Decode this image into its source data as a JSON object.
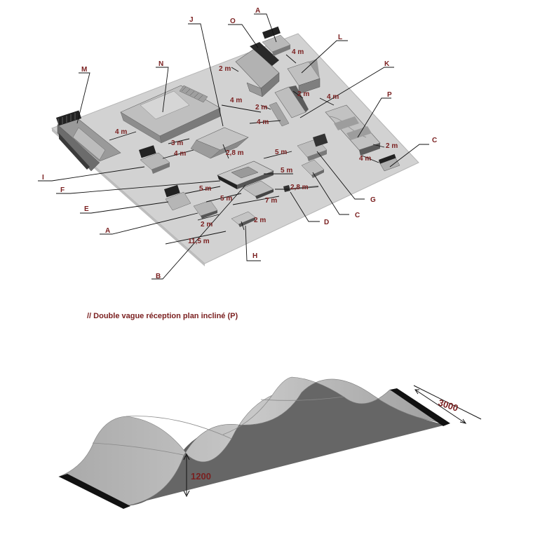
{
  "plan": {
    "labels": {
      "A1": "A",
      "O": "O",
      "J": "J",
      "L": "L",
      "K": "K",
      "M": "M",
      "N": "N",
      "P": "P",
      "C1": "C",
      "I": "I",
      "F": "F",
      "G": "G",
      "E": "E",
      "C2": "C",
      "A2": "A",
      "D": "D",
      "B": "B",
      "H": "H"
    },
    "dims": {
      "d_4m_top": "4 m",
      "d_2m_o": "2 m",
      "d_2m_l": "2 m",
      "d_4m_k": "4 m",
      "d_4m_jk": "4 m",
      "d_2m_ok": "2 m",
      "d_4m_m": "4 m",
      "d_3m_n": "3 m",
      "d_4m_i": "4 m",
      "d_4m_center": "4 m",
      "d_2m_p": "2 m",
      "d_4m_p": "4 m",
      "d_28m_f": "2,8 m",
      "d_5m_g": "5 m",
      "d_5m_f": "5 m",
      "d_5m_e": "5 m",
      "d_28m_d": "2,8 m",
      "d_5m_b": "5 m",
      "d_7m": "7 m",
      "d_2m_a": "2 m",
      "d_2m_h": "2 m",
      "d_115m": "11,5 m"
    }
  },
  "caption": "// Double vague réception plan incliné (P)",
  "detail": {
    "height": "1200",
    "width": "3000"
  }
}
